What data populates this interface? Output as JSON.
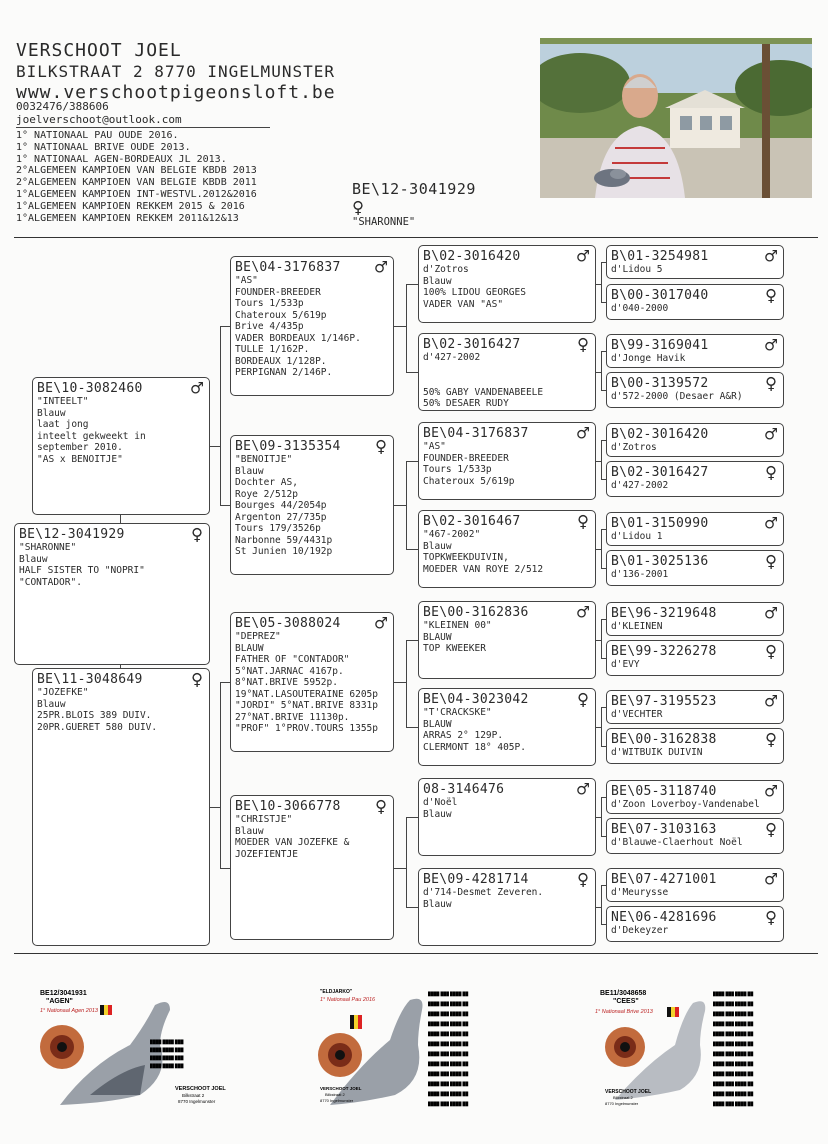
{
  "header": {
    "name": "VERSCHOOT JOEL",
    "address": "BILKSTRAAT 2 8770 INGELMUNSTER",
    "website": "www.verschootpigeonsloft.be",
    "phone": "0032476/388606",
    "email": "joelverschoot@outlook.com",
    "titles": [
      "1° NATIONAAL PAU OUDE 2016.",
      "1° NATIONAAL BRIVE OUDE 2013.",
      "1° NATIONAAL AGEN-BORDEAUX JL 2013.",
      "2°ALGEMEEN KAMPIOEN VAN BELGIE KBDB 2013",
      "2°ALGEMEEN KAMPIOEN VAN BELGIE KBDB 2011",
      "1°ALGEMEEN KAMPIOEN INT-WESTVL.2012&2016",
      "1°ALGEMEEN KAMPIOEN REKKEM 2015 & 2016",
      "1°ALGEMEEN KAMPIOEN REKKEM 2011&12&13"
    ]
  },
  "subject": {
    "ring": "BE\\12-3041929",
    "sex": "♀",
    "name": "\"SHARONNE\""
  },
  "symbols": {
    "male": "♂",
    "female": "♀"
  },
  "pedigree": {
    "main": {
      "ring": "BE\\12-3041929",
      "sex": "♀",
      "lines": [
        "\"SHARONNE\"",
        "Blauw",
        "HALF SISTER TO \"NOPRI\"",
        "\"CONTADOR\"."
      ]
    },
    "sire": {
      "ring": "BE\\10-3082460",
      "sex": "♂",
      "lines": [
        "\"INTEELT\"",
        "Blauw",
        "laat jong",
        "inteelt gekweekt in",
        "september 2010.",
        "\"AS x BENOITJE\""
      ]
    },
    "dam": {
      "ring": "BE\\11-3048649",
      "sex": "♀",
      "lines": [
        "\"JOZEFKE\"",
        "Blauw",
        "25PR.BLOIS 389 DUIV.",
        "20PR.GUERET 580 DUIV."
      ]
    },
    "ss": {
      "ring": "BE\\04-3176837",
      "sex": "♂",
      "lines": [
        "\"AS\"",
        "FOUNDER-BREEDER",
        "Tours 1/533p",
        "Chateroux 5/619p",
        "Brive 4/435p",
        "VADER BORDEAUX 1/146P.",
        "TULLE 1/162P.",
        "BORDEAUX 1/128P.",
        "PERPIGNAN 2/146P."
      ]
    },
    "sd": {
      "ring": "BE\\09-3135354",
      "sex": "♀",
      "lines": [
        "\"BENOITJE\"",
        "Blauw",
        "Dochter AS,",
        "Roye 2/512p",
        "Bourges 44/2054p",
        "Argenton 27/735p",
        "Tours 179/3526p",
        "Narbonne 59/4431p",
        "St Junien 10/192p"
      ]
    },
    "ds": {
      "ring": "BE\\05-3088024",
      "sex": "♂",
      "lines": [
        "\"DEPREZ\"",
        "BLAUW",
        "FATHER OF \"CONTADOR\"",
        "5°NAT.JARNAC 4167p.",
        "8°NAT.BRIVE 5952p.",
        "19°NAT.LASOUTERAINE 6205p",
        "\"JORDI\" 5°NAT.BRIVE 8331p",
        "27°NAT.BRIVE 11130p.",
        "\"PROF\" 1°PROV.TOURS 1355p"
      ]
    },
    "dd": {
      "ring": "BE\\10-3066778",
      "sex": "♀",
      "lines": [
        "\"CHRISTJE\"",
        "Blauw",
        "MOEDER VAN JOZEFKE &",
        "JOZEFIENTJE"
      ]
    },
    "sss": {
      "ring": "B\\02-3016420",
      "sex": "♂",
      "lines": [
        "d'Zotros",
        "Blauw",
        "100% LIDOU GEORGES",
        "VADER VAN \"AS\""
      ]
    },
    "ssd": {
      "ring": "B\\02-3016427",
      "sex": "♀",
      "lines": [
        "d'427-2002",
        "",
        "",
        "50% GABY VANDENABEELE",
        "50% DESAER RUDY"
      ]
    },
    "sds": {
      "ring": "BE\\04-3176837",
      "sex": "♂",
      "lines": [
        "\"AS\"",
        "FOUNDER-BREEDER",
        "Tours 1/533p",
        "Chateroux 5/619p"
      ]
    },
    "sdd": {
      "ring": "B\\02-3016467",
      "sex": "♀",
      "lines": [
        "\"467-2002\"",
        "Blauw",
        "TOPKWEEKDUIVIN,",
        "MOEDER VAN ROYE 2/512"
      ]
    },
    "dss": {
      "ring": "BE\\00-3162836",
      "sex": "♂",
      "lines": [
        "\"KLEINEN 00\"",
        "BLAUW",
        "TOP KWEEKER"
      ]
    },
    "dsd": {
      "ring": "BE\\04-3023042",
      "sex": "♀",
      "lines": [
        "\"T'CRACKSKE\"",
        "BLAUW",
        "ARRAS    2°    129P.",
        "CLERMONT 18°   405P."
      ]
    },
    "dds": {
      "ring": "08-3146476",
      "sex": "♂",
      "lines": [
        "d'Noël",
        "Blauw"
      ]
    },
    "ddd": {
      "ring": "BE\\09-4281714",
      "sex": "♀",
      "lines": [
        "d'714-Desmet Zeveren.",
        "Blauw"
      ]
    },
    "g1": {
      "ring": "B\\01-3254981",
      "sex": "♂",
      "lines": [
        "d'Lidou 5"
      ]
    },
    "g2": {
      "ring": "B\\00-3017040",
      "sex": "♀",
      "lines": [
        "d'040-2000"
      ]
    },
    "g3": {
      "ring": "B\\99-3169041",
      "sex": "♂",
      "lines": [
        "d'Jonge Havik"
      ]
    },
    "g4": {
      "ring": "B\\00-3139572",
      "sex": "♀",
      "lines": [
        "d'572-2000 (Desaer A&R)"
      ]
    },
    "g5": {
      "ring": "B\\02-3016420",
      "sex": "♂",
      "lines": [
        "d'Zotros"
      ]
    },
    "g6": {
      "ring": "B\\02-3016427",
      "sex": "♀",
      "lines": [
        "d'427-2002"
      ]
    },
    "g7": {
      "ring": "B\\01-3150990",
      "sex": "♂",
      "lines": [
        "d'Lidou 1"
      ]
    },
    "g8": {
      "ring": "B\\01-3025136",
      "sex": "♀",
      "lines": [
        "d'136-2001"
      ]
    },
    "g9": {
      "ring": "BE\\96-3219648",
      "sex": "♂",
      "lines": [
        "d'KLEINEN"
      ]
    },
    "g10": {
      "ring": "BE\\99-3226278",
      "sex": "♀",
      "lines": [
        "d'EVY"
      ]
    },
    "g11": {
      "ring": "BE\\97-3195523",
      "sex": "♂",
      "lines": [
        "d'VECHTER"
      ]
    },
    "g12": {
      "ring": "BE\\00-3162838",
      "sex": "♀",
      "lines": [
        "d'WITBUIK DUIVIN"
      ]
    },
    "g13": {
      "ring": "BE\\05-3118740",
      "sex": "♂",
      "lines": [
        "d'Zoon Loverboy-Vandenabel"
      ]
    },
    "g14": {
      "ring": "BE\\07-3103163",
      "sex": "♀",
      "lines": [
        "d'Blauwe-Claerhout Noël"
      ]
    },
    "g15": {
      "ring": "BE\\07-4271001",
      "sex": "♂",
      "lines": [
        "d'Meurysse"
      ]
    },
    "g16": {
      "ring": "NE\\06-4281696",
      "sex": "♀",
      "lines": [
        "d'Dekeyzer"
      ]
    }
  },
  "cards": [
    {
      "ring": "BE12/3041931",
      "name": "\"AGEN\"",
      "title": "1° Nationaal Agen 2013",
      "owner": "VERSCHOOT JOEL",
      "addr": "Bilkstraat 2",
      "city": "8770 Ingelmunster"
    },
    {
      "ring": "",
      "name": "\"ELDJARKO\"",
      "title": "1° Nationaal Pau 2016",
      "owner": "VERSCHOOT JOEL",
      "addr": "Bilkstraat 2",
      "city": "8770 Ingelmunster"
    },
    {
      "ring": "BE11/3048658",
      "name": "\"CEES\"",
      "title": "1° Nationaal Brive 2013",
      "owner": "VERSCHOOT JOEL",
      "addr": "Bilkstraat 2",
      "city": "8770 Ingelmunster"
    }
  ]
}
